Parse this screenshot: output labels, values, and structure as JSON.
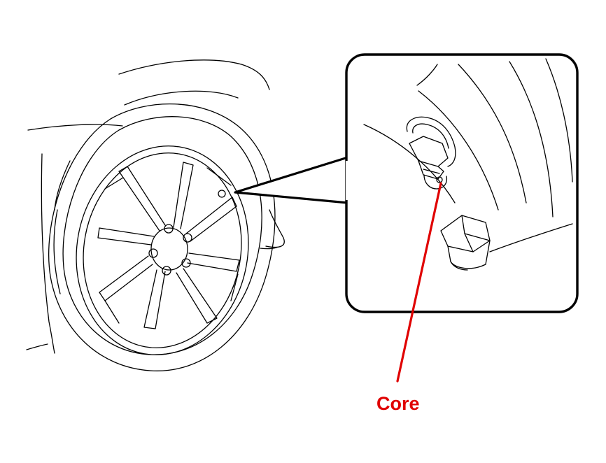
{
  "labels": {
    "core": "Core"
  },
  "colors": {
    "callout": "#e00000",
    "line_art": "#000000",
    "background": "#ffffff"
  },
  "icons": {
    "wheel": "car-wheel-illustration",
    "valve": "tire-valve-stem",
    "cap": "valve-cap"
  }
}
